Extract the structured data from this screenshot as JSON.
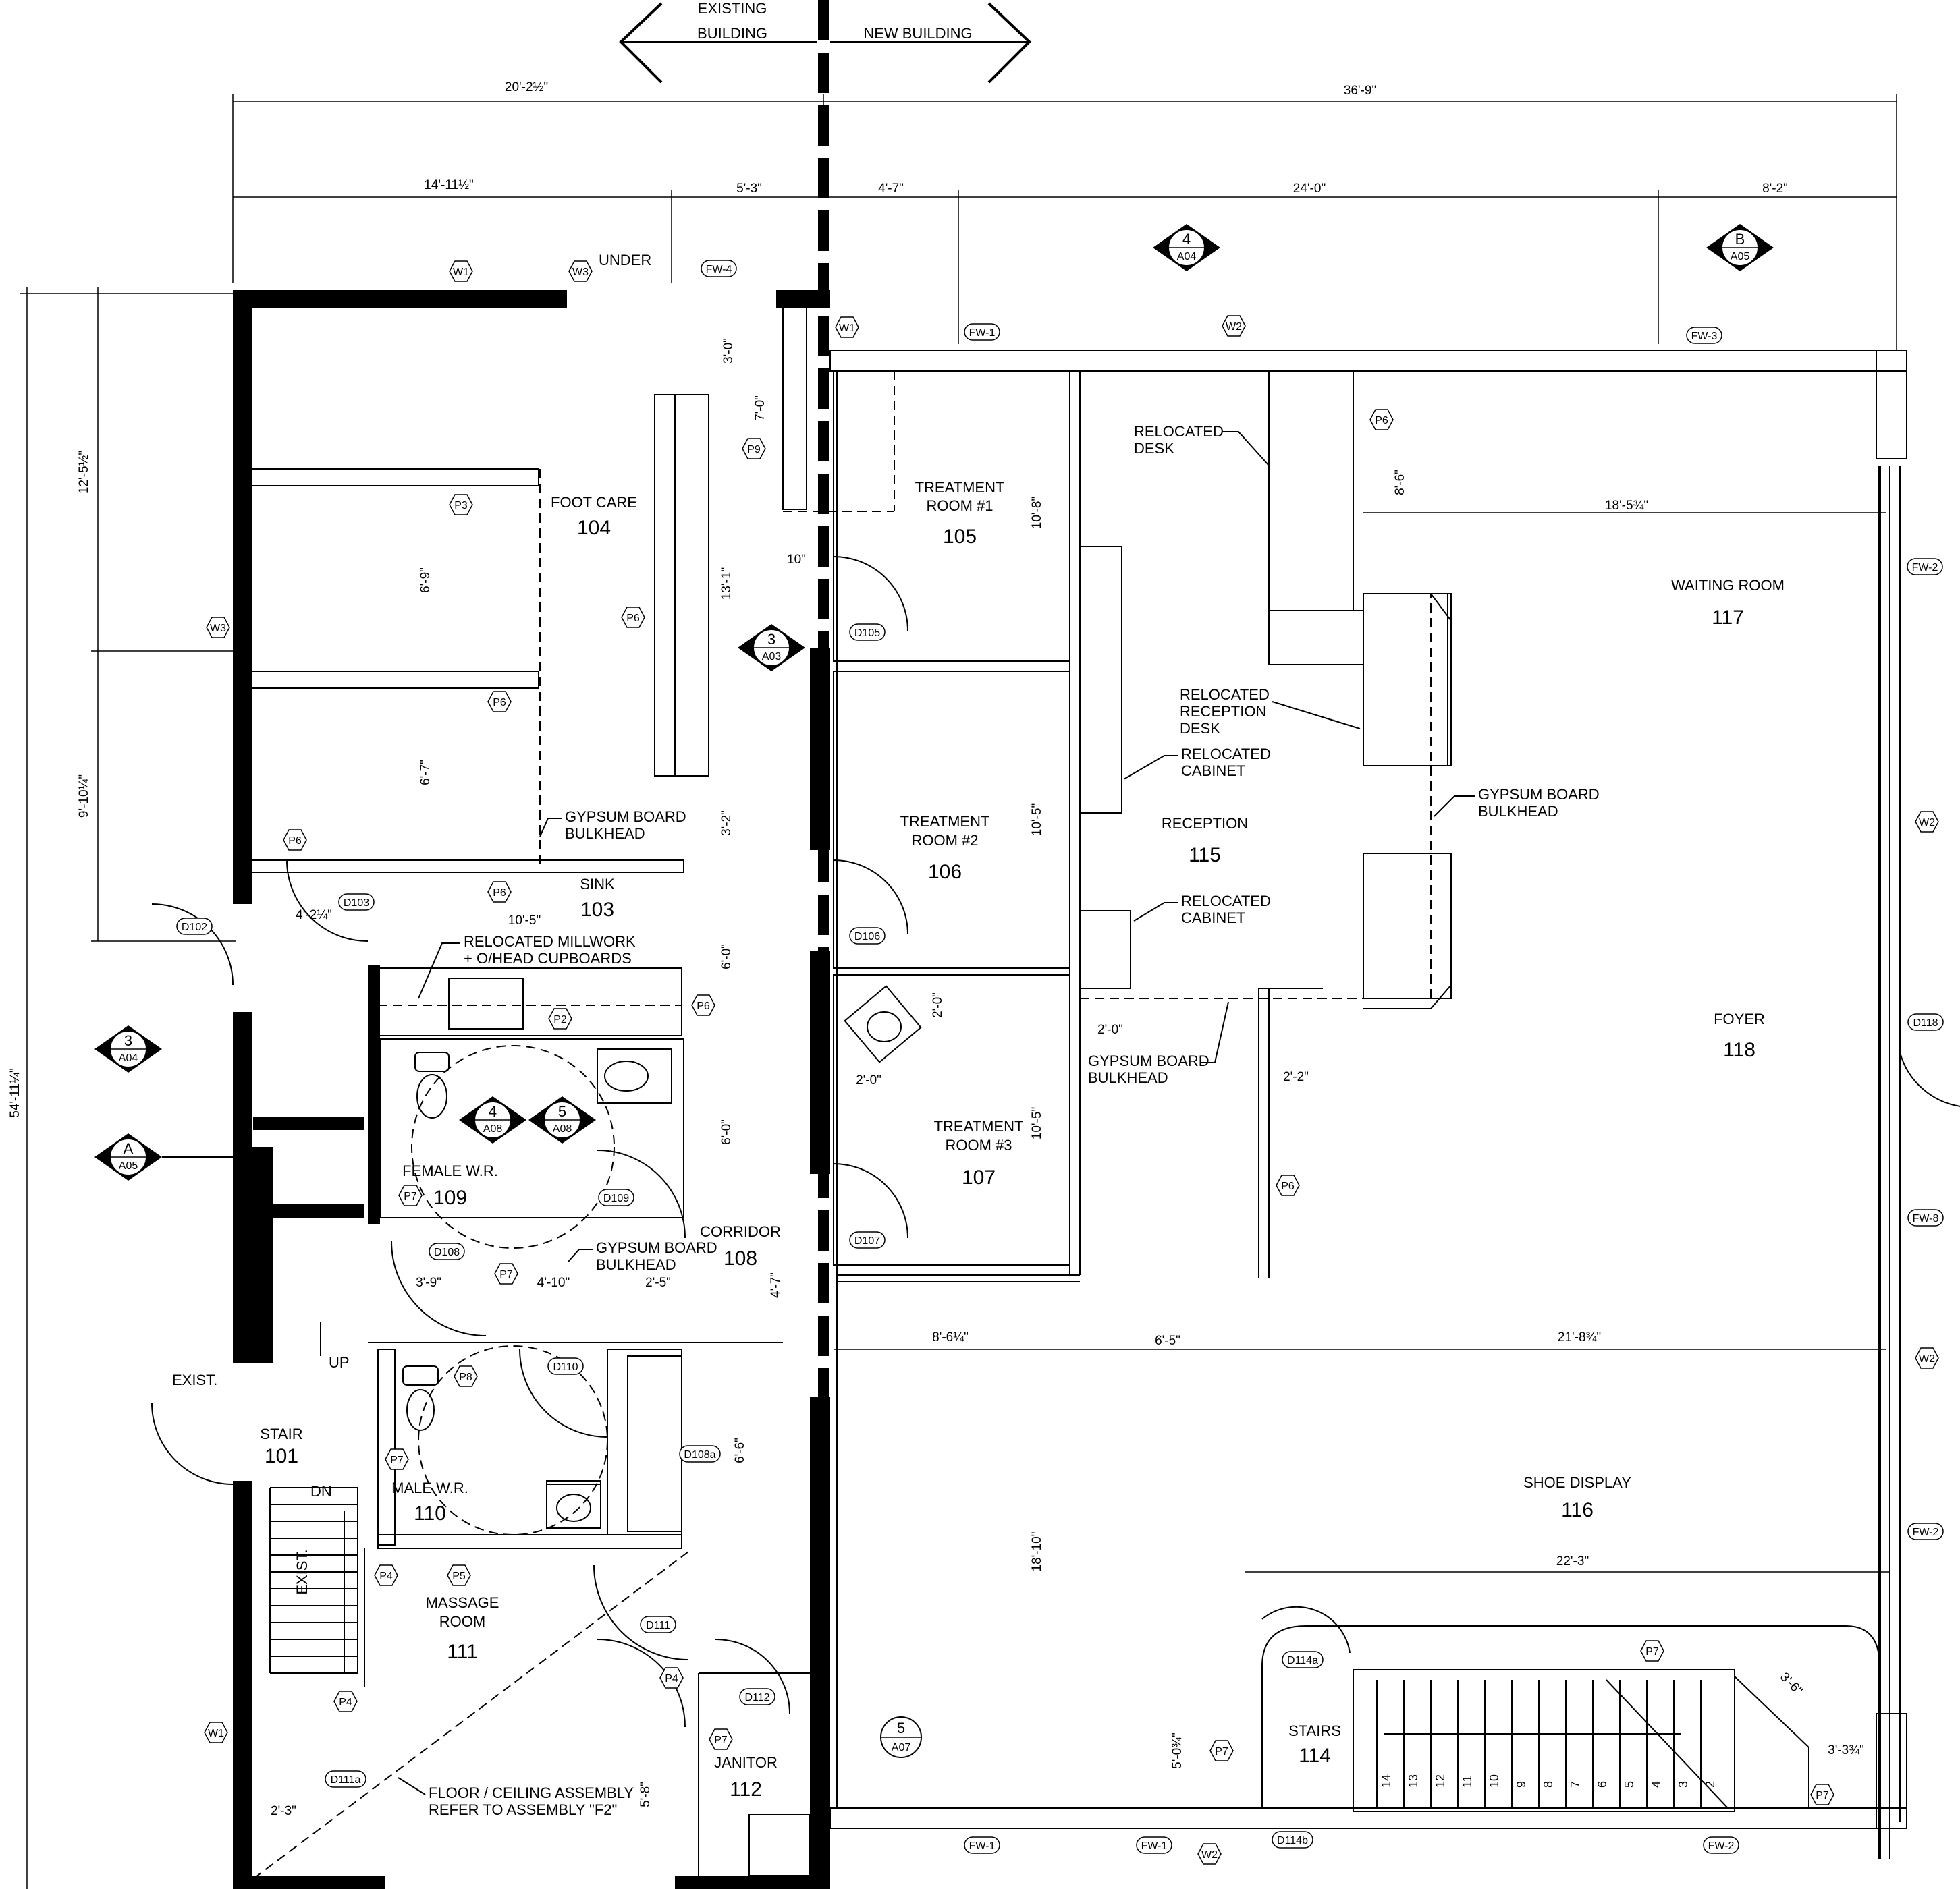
{
  "header": {
    "existing": [
      "EXISTING",
      "BUILDING"
    ],
    "new": "NEW BUILDING"
  },
  "rooms": {
    "foot_care": {
      "name": "FOOT CARE",
      "num": "104"
    },
    "treat1": {
      "name1": "TREATMENT",
      "name2": "ROOM #1",
      "num": "105"
    },
    "treat2": {
      "name1": "TREATMENT",
      "name2": "ROOM #2",
      "num": "106"
    },
    "treat3": {
      "name1": "TREATMENT",
      "name2": "ROOM #3",
      "num": "107"
    },
    "waiting": {
      "name": "WAITING ROOM",
      "num": "117"
    },
    "reception": {
      "name": "RECEPTION",
      "num": "115"
    },
    "foyer": {
      "name": "FOYER",
      "num": "118"
    },
    "sink": {
      "name": "SINK",
      "num": "103"
    },
    "female_wr": {
      "name": "FEMALE W.R.",
      "num": "109"
    },
    "corridor": {
      "name": "CORRIDOR",
      "num": "108"
    },
    "stair": {
      "name": "STAIR",
      "num": "101"
    },
    "male_wr": {
      "name": "MALE W.R.",
      "num": "110"
    },
    "massage": {
      "name1": "MASSAGE",
      "name2": "ROOM",
      "num": "111"
    },
    "janitor": {
      "name": "JANITOR",
      "num": "112"
    },
    "shoe": {
      "name": "SHOE DISPLAY",
      "num": "116"
    },
    "stairs": {
      "name": "STAIRS",
      "num": "114"
    }
  },
  "notes": {
    "under": "UNDER",
    "relocated_desk": [
      "RELOCATED",
      "DESK"
    ],
    "relocated_reception_desk": [
      "RELOCATED",
      "RECEPTION",
      "DESK"
    ],
    "relocated_cabinet_1": [
      "RELOCATED",
      "CABINET"
    ],
    "relocated_cabinet_2": [
      "RELOCATED",
      "CABINET"
    ],
    "gypsum_right": [
      "GYPSUM BOARD",
      "BULKHEAD"
    ],
    "gypsum_foot": [
      "GYPSUM BOARD",
      "BULKHEAD"
    ],
    "gypsum_recep": [
      "GYPSUM BOARD",
      "BULKHEAD"
    ],
    "gypsum_corr": [
      "GYPSUM BOARD",
      "BULKHEAD"
    ],
    "millwork": [
      "RELOCATED MILLWORK",
      "+ O/HEAD CUPBOARDS"
    ],
    "floor_ceiling": [
      "FLOOR / CEILING ASSEMBLY",
      "REFER TO ASSEMBLY \"F2\""
    ],
    "exist_door": "EXIST.",
    "exist_stair": "EXIST.",
    "up": "UP",
    "dn": "DN"
  },
  "dimensions": {
    "d_20_2": "20'-2½\"",
    "d_36_9": "36'-9\"",
    "d_14_11": "14'-11½\"",
    "d_5_3": "5'-3\"",
    "d_4_7": "4'-7\"",
    "d_24_0": "24'-0\"",
    "d_8_2": "8'-2\"",
    "d_12_5": "12'-5½\"",
    "d_9_10": "9'-10¼\"",
    "d_54_11": "54'-11¼\"",
    "d_3_0": "3'-0\"",
    "d_7_0": "7'-0\"",
    "d_13_1": "13'-1\"",
    "d_10in": "10\"",
    "d_3_2": "3'-2\"",
    "d_6_9": "6'-9\"",
    "d_6_7": "6'-7\"",
    "d_4_2": "4'-2¼\"",
    "d_10_5a": "10'-5\"",
    "d_6_0a": "6'-0\"",
    "d_6_0b": "6'-0\"",
    "d_10_8": "10'-8\"",
    "d_10_5b": "10'-5\"",
    "d_10_5c": "10'-5\"",
    "d_8_6": "8'-6\"",
    "d_18_5": "18'-5¾\"",
    "d_2_0a": "2'-0\"",
    "d_2_0b": "2'-0\"",
    "d_2_0c": "2'-0\"",
    "d_2_2": "2'-2\"",
    "d_3_9": "3'-9\"",
    "d_4_10": "4'-10\"",
    "d_2_5": "2'-5\"",
    "d_4_7b": "4'-7\"",
    "d_8_6q": "8'-6¼\"",
    "d_6_5": "6'-5\"",
    "d_21_8": "21'-8¾\"",
    "d_6_6": "6'-6\"",
    "d_18_10": "18'-10\"",
    "d_22_3": "22'-3\"",
    "d_3_6": "3'-6\"",
    "d_3_3": "3'-3¾\"",
    "d_5_0": "5'-0¾\"",
    "d_5_8": "5'-8\"",
    "d_2_3": "2'-3\""
  },
  "sections": [
    {
      "num": "4",
      "sheet": "A04"
    },
    {
      "num": "B",
      "sheet": "A05"
    },
    {
      "num": "3",
      "sheet": "A03"
    },
    {
      "num": "3",
      "sheet": "A04"
    },
    {
      "num": "A",
      "sheet": "A05"
    },
    {
      "num": "4",
      "sheet": "A08"
    },
    {
      "num": "5",
      "sheet": "A08"
    },
    {
      "num": "5",
      "sheet": "A07"
    }
  ],
  "hex_tags": [
    "W1",
    "W3",
    "W1",
    "W2",
    "P6",
    "P3",
    "W3",
    "P6",
    "P6",
    "P6",
    "P6",
    "P9",
    "P2",
    "P6",
    "P7",
    "P7",
    "P8",
    "P7",
    "P4",
    "P5",
    "P4",
    "W1",
    "P4",
    "P7",
    "P6",
    "W2",
    "W2",
    "P7",
    "P7",
    "P7",
    "W2"
  ],
  "oval_tags": [
    "FW-4",
    "FW-1",
    "FW-3",
    "FW-2",
    "D105",
    "D103",
    "D102",
    "D106",
    "D109",
    "D108",
    "D107",
    "D110",
    "D108a",
    "D111",
    "D112",
    "D111a",
    "D118",
    "FW-8",
    "FW-2",
    "D114a",
    "D114b",
    "FW-1",
    "FW-1",
    "FW-2"
  ],
  "stair_numbers": [
    "14",
    "13",
    "12",
    "11",
    "10",
    "9",
    "8",
    "7",
    "6",
    "5",
    "4",
    "3",
    "2"
  ]
}
